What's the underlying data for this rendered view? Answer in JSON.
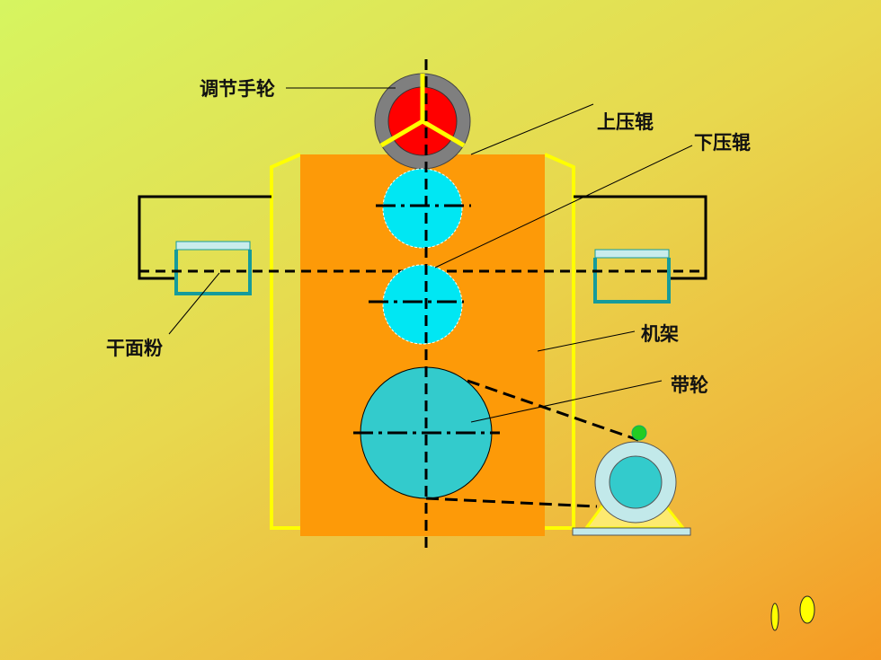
{
  "labels": {
    "handwheel": "调节手轮",
    "upper_roller": "上压辊",
    "lower_roller": "下压辊",
    "dry_flour": "干面粉",
    "frame": "机架",
    "pulley": "带轮"
  },
  "colors": {
    "frame_fill": "#fd9a08",
    "frame_outline": "#ffff00",
    "roller_fill": "#00e7f3",
    "pulley_fill": "#33cbcc",
    "handwheel_outer": "#7f7f7f",
    "handwheel_inner": "#ff0000",
    "hopper": "#169b9b",
    "motor_light": "#c2e9ea",
    "indicator": "#22cc22"
  }
}
